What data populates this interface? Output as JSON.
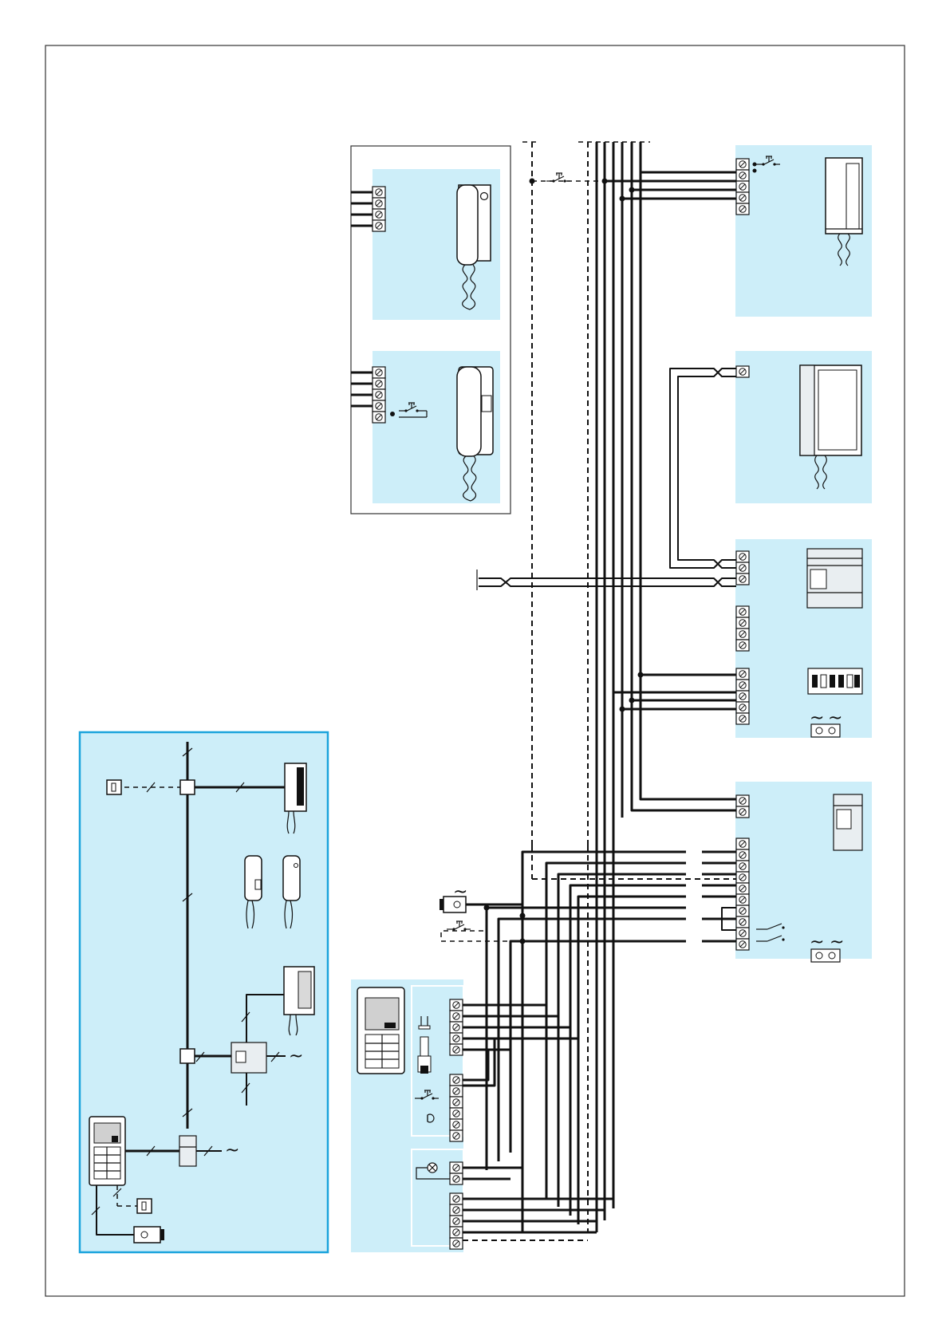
{
  "document": {
    "type": "wiring-diagram",
    "text_labels": [],
    "symbols": {
      "ac_supply": "~",
      "push_button": "push-button-icon",
      "door_lock": "door-lock-icon",
      "lamp": "lamp-icon",
      "relay_contact": "relay-contact-icon"
    }
  },
  "colors": {
    "panel_fill": "#cdeef9",
    "overview_border": "#1aa3dc",
    "line": "#111111"
  },
  "sections": {
    "overview": {
      "name": "system-overview-panel"
    },
    "handsets_alt": {
      "name": "alternative-handsets-group"
    },
    "indoor_units": [
      "desk-intercom-unit",
      "handsfree-intercom-unit"
    ],
    "modules": [
      "video-distributor-module",
      "power-supply-module"
    ],
    "entrance": [
      "entrance-panel",
      "lamp-and-terminal-module"
    ]
  }
}
